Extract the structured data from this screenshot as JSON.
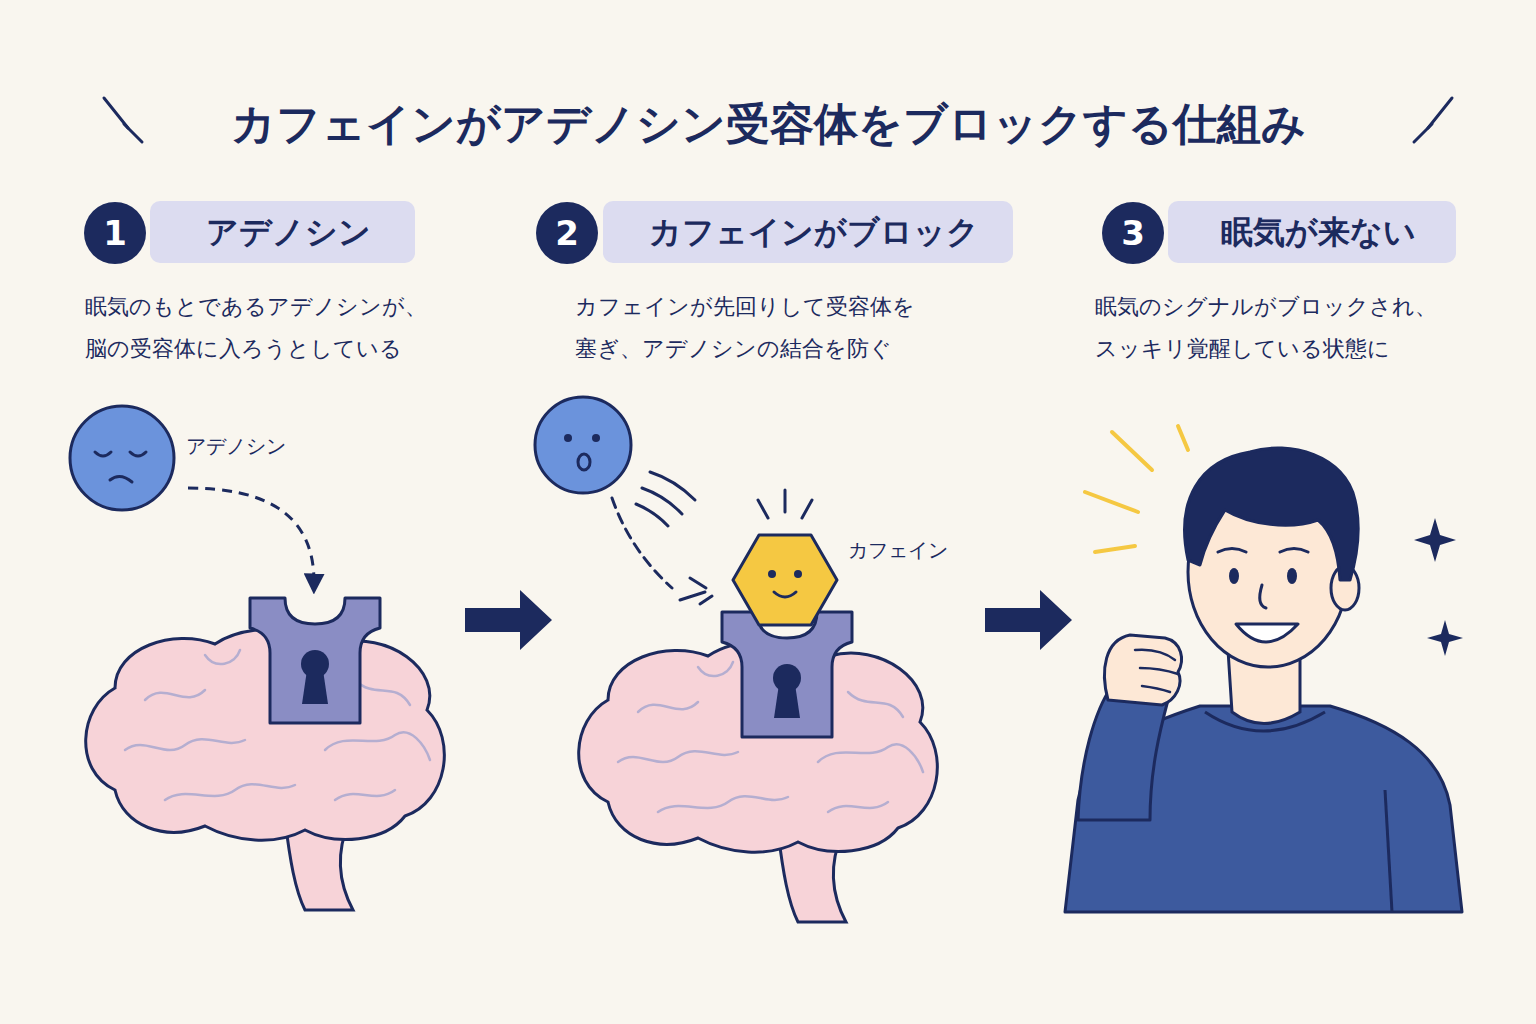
{
  "diagram": {
    "title": "カフェインがアデノシン受容体をブロックする仕組み",
    "nodes": [
      {
        "text": [
          "1"
        ]
      },
      {
        "text": [
          "アデノシン"
        ]
      },
      {
        "text": [
          "2"
        ]
      },
      {
        "text": [
          "カフェインがブロック"
        ]
      },
      {
        "text": [
          "3"
        ]
      },
      {
        "text": [
          "眠気が来ない"
        ]
      }
    ],
    "labels": [
      "眠気のもとであるアデノシンが、 脳の受容体に入ろうとしている",
      "アデノシン",
      "カフェインが先回りして受容体を 塞ぎ、アデノシンの結合を防ぐ",
      "カフェイン",
      "眠気のシグナルがブロックされ、 スッキリ覚醒している状態に"
    ]
  }
}
